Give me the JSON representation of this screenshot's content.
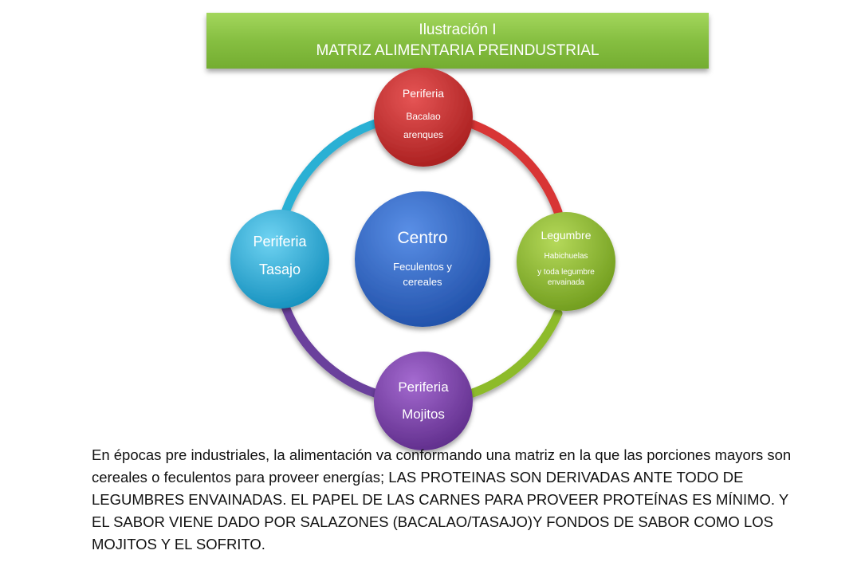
{
  "title": {
    "line1": "Ilustración  I",
    "line2": "MATRIZ ALIMENTARIA PREINDUSTRIAL"
  },
  "nodes": {
    "center": {
      "title": "Centro",
      "line1": "Feculentos y",
      "line2": "cereales",
      "color": "#2f64c4"
    },
    "top": {
      "title": "Periferia",
      "line1": "Bacalao",
      "line2": "arenques",
      "color": "#c62b2b"
    },
    "right": {
      "title": "Legumbre",
      "line1": "Habichuelas",
      "line2": "y toda legumbre",
      "line3": "envainada",
      "color": "#8dbb2c"
    },
    "bottom": {
      "title": "Periferia",
      "line1": "Mojitos",
      "color": "#7a3fa8"
    },
    "left": {
      "title": "Periferia",
      "line1": "Tasajo",
      "color": "#23a9d6"
    }
  },
  "arcs": {
    "top_right": "#d83636",
    "right_bottom": "#8dbb2c",
    "bottom_left": "#6b3f9c",
    "left_top": "#2ab0d4"
  },
  "description": "En épocas pre industriales, la alimentación va conformando una matriz en la que las porciones mayors son cereales o feculentos para proveer energías; LAS PROTEINAS SON DERIVADAS ANTE TODO DE LEGUMBRES ENVAINADAS. EL PAPEL DE LAS CARNES PARA PROVEER PROTEÍNAS ES MÍNIMO. Y EL SABOR VIENE DADO POR SALAZONES (BACALAO/TASAJO)Y FONDOS DE SABOR COMO LOS MOJITOS Y EL SOFRITO."
}
